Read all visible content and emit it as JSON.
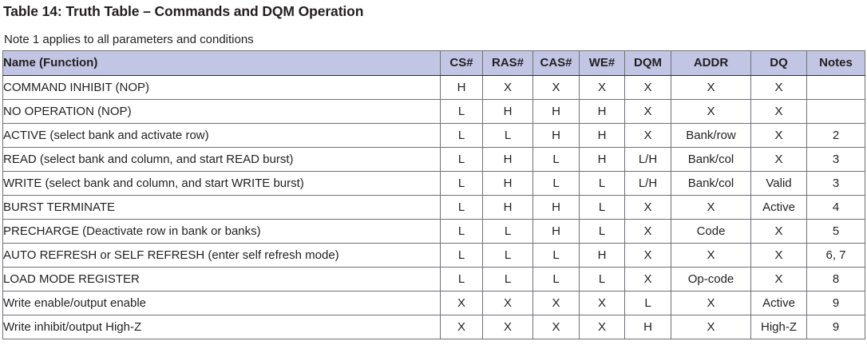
{
  "title": "Table 14: Truth Table – Commands and DQM Operation",
  "note": "Note 1 applies to all parameters and conditions",
  "colors": {
    "header_background": "#c2c6e4",
    "grid_line": "#6f7076",
    "outer_border": "#2b2b33",
    "text": "#231f20"
  },
  "table": {
    "columns": [
      {
        "key": "name",
        "label": "Name (Function)",
        "align": "left"
      },
      {
        "key": "cs",
        "label": "CS#",
        "align": "center"
      },
      {
        "key": "ras",
        "label": "RAS#",
        "align": "center"
      },
      {
        "key": "cas",
        "label": "CAS#",
        "align": "center"
      },
      {
        "key": "we",
        "label": "WE#",
        "align": "center"
      },
      {
        "key": "dqm",
        "label": "DQM",
        "align": "center"
      },
      {
        "key": "addr",
        "label": "ADDR",
        "align": "center"
      },
      {
        "key": "dq",
        "label": "DQ",
        "align": "center"
      },
      {
        "key": "notes",
        "label": "Notes",
        "align": "center"
      }
    ],
    "rows": [
      {
        "name": "COMMAND INHIBIT (NOP)",
        "cs": "H",
        "ras": "X",
        "cas": "X",
        "we": "X",
        "dqm": "X",
        "addr": "X",
        "dq": "X",
        "notes": ""
      },
      {
        "name": "NO OPERATION (NOP)",
        "cs": "L",
        "ras": "H",
        "cas": "H",
        "we": "H",
        "dqm": "X",
        "addr": "X",
        "dq": "X",
        "notes": ""
      },
      {
        "name": "ACTIVE (select bank and activate row)",
        "cs": "L",
        "ras": "L",
        "cas": "H",
        "we": "H",
        "dqm": "X",
        "addr": "Bank/row",
        "dq": "X",
        "notes": "2"
      },
      {
        "name": "READ (select bank and column, and start READ burst)",
        "cs": "L",
        "ras": "H",
        "cas": "L",
        "we": "H",
        "dqm": "L/H",
        "addr": "Bank/col",
        "dq": "X",
        "notes": "3"
      },
      {
        "name": "WRITE (select bank and column, and start WRITE burst)",
        "cs": "L",
        "ras": "H",
        "cas": "L",
        "we": "L",
        "dqm": "L/H",
        "addr": "Bank/col",
        "dq": "Valid",
        "notes": "3"
      },
      {
        "name": "BURST TERMINATE",
        "cs": "L",
        "ras": "H",
        "cas": "H",
        "we": "L",
        "dqm": "X",
        "addr": "X",
        "dq": "Active",
        "notes": "4"
      },
      {
        "name": "PRECHARGE (Deactivate row in bank or banks)",
        "cs": "L",
        "ras": "L",
        "cas": "H",
        "we": "L",
        "dqm": "X",
        "addr": "Code",
        "dq": "X",
        "notes": "5"
      },
      {
        "name": "AUTO REFRESH or SELF REFRESH (enter self refresh mode)",
        "cs": "L",
        "ras": "L",
        "cas": "L",
        "we": "H",
        "dqm": "X",
        "addr": "X",
        "dq": "X",
        "notes": "6, 7"
      },
      {
        "name": "LOAD MODE REGISTER",
        "cs": "L",
        "ras": "L",
        "cas": "L",
        "we": "L",
        "dqm": "X",
        "addr": "Op-code",
        "dq": "X",
        "notes": "8"
      },
      {
        "name": "Write enable/output enable",
        "cs": "X",
        "ras": "X",
        "cas": "X",
        "we": "X",
        "dqm": "L",
        "addr": "X",
        "dq": "Active",
        "notes": "9"
      },
      {
        "name": "Write inhibit/output High-Z",
        "cs": "X",
        "ras": "X",
        "cas": "X",
        "we": "X",
        "dqm": "H",
        "addr": "X",
        "dq": "High-Z",
        "notes": "9"
      }
    ]
  }
}
